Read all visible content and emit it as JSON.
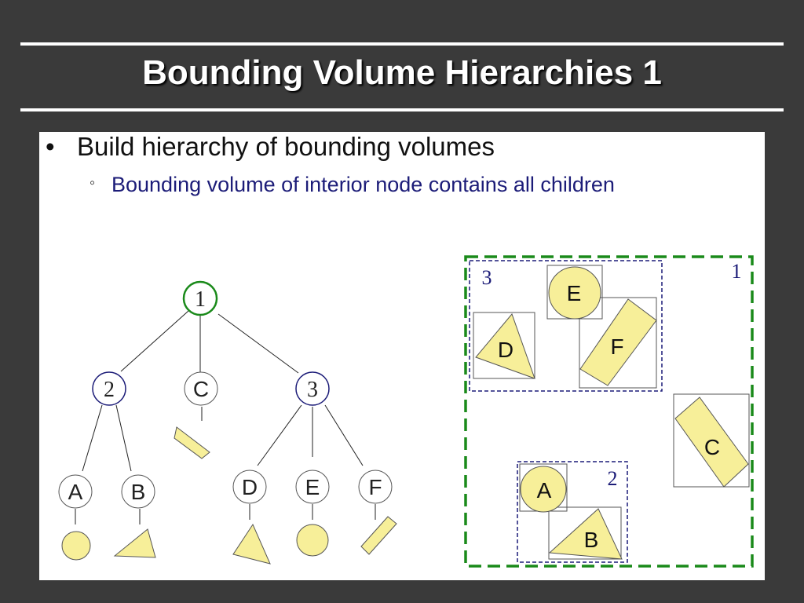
{
  "slide": {
    "title": "Bounding Volume Hierarchies 1",
    "bullet": "Build hierarchy of bounding volumes",
    "subbullet": "Bounding volume of interior node contains all children",
    "bullet_glyph": "•",
    "subbullet_glyph": "◦"
  },
  "tree": {
    "root": "1",
    "node2": "2",
    "nodeC": "C",
    "node3": "3",
    "leafA": "A",
    "leafB": "B",
    "leafD": "D",
    "leafE": "E",
    "leafF": "F"
  },
  "scene": {
    "box1_label": "1",
    "box2_label": "2",
    "box3_label": "3",
    "shapeA": "A",
    "shapeB": "B",
    "shapeC": "C",
    "shapeD": "D",
    "shapeE": "E",
    "shapeF": "F"
  },
  "colors": {
    "background": "#3a3a3a",
    "shape_fill": "#f7ef99",
    "root_green": "#1a8a1a",
    "interior_navy": "#1c1c78"
  }
}
